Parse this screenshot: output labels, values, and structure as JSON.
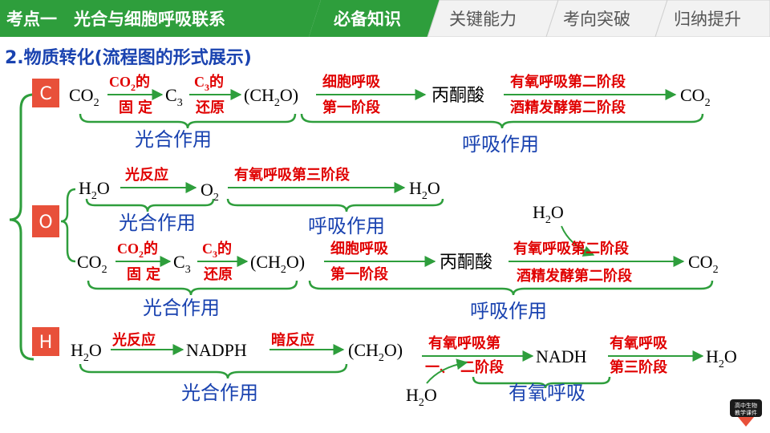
{
  "header": {
    "title": "考点一　光合与细胞呼吸联系",
    "tabs": [
      {
        "label": "必备知识",
        "active": true
      },
      {
        "label": "关键能力",
        "active": false
      },
      {
        "label": "考向突破",
        "active": false
      },
      {
        "label": "归纳提升",
        "active": false
      }
    ]
  },
  "subtitle": "2.物质转化(流程图的形式展示)",
  "colors": {
    "green": "#2e9e3c",
    "red": "#e8432f",
    "blue": "#1a43b0",
    "label_red": "#e00000",
    "element_box": "#e8503a"
  },
  "elements": {
    "c": "C",
    "o": "O",
    "h": "H"
  },
  "carbon": {
    "co2_start": "CO",
    "co2_start_sub": "2",
    "fix_top": "CO",
    "fix_top_sub": "2",
    "fix_top_tail": "的",
    "fix_bottom": "固定",
    "c3": "C",
    "c3_sub": "3",
    "red_top": "C",
    "red_top_sub": "3",
    "red_top_tail": "的",
    "red_bottom": "还原",
    "ch2o_a": "(CH",
    "ch2o_sub": "2",
    "ch2o_b": "O)",
    "resp1_top": "细胞呼吸",
    "resp1_bottom": "第一阶段",
    "pyruvate": "丙酮酸",
    "resp2_top": "有氧呼吸第二阶段",
    "resp2_bottom": "酒精发酵第二阶段",
    "co2_end": "CO",
    "co2_end_sub": "2",
    "photo_label": "光合作用",
    "resp_label": "呼吸作用"
  },
  "oxygen": {
    "h2o_a": "H",
    "h2o_sub": "2",
    "h2o_b": "O",
    "light": "光反应",
    "o2": "O",
    "o2_sub": "2",
    "stage3": "有氧呼吸第三阶段",
    "h2o_end_a": "H",
    "h2o_end_sub": "2",
    "h2o_end_b": "O",
    "photo_label": "光合作用",
    "resp_label": "呼吸作用",
    "h2o_in_a": "H",
    "h2o_in_sub": "2",
    "h2o_in_b": "O",
    "co2_start": "CO",
    "co2_start_sub": "2",
    "fix_top": "CO",
    "fix_top_sub": "2",
    "fix_top_tail": "的",
    "fix_bottom": "固定",
    "c3": "C",
    "c3_sub": "3",
    "red_top": "C",
    "red_top_sub": "3",
    "red_top_tail": "的",
    "red_bottom": "还原",
    "ch2o_a": "(CH",
    "ch2o_sub": "2",
    "ch2o_b": "O)",
    "resp1_top": "细胞呼吸",
    "resp1_bottom": "第一阶段",
    "pyruvate": "丙酮酸",
    "resp2_top": "有氧呼吸第二阶段",
    "resp2_bottom": "酒精发酵第二阶段",
    "co2_end": "CO",
    "co2_end_sub": "2",
    "photo_label2": "光合作用",
    "resp_label2": "呼吸作用"
  },
  "hydrogen": {
    "h2o_a": "H",
    "h2o_sub": "2",
    "h2o_b": "O",
    "light": "光反应",
    "nadph": "NADPH",
    "dark": "暗反应",
    "ch2o_a": "(CH",
    "ch2o_sub": "2",
    "ch2o_b": "O)",
    "aer_top": "有氧呼吸第",
    "aer_bottom_a": "一、",
    "aer_bottom_b": "二阶段",
    "nadh": "NADH",
    "stage3_top": "有氧呼吸",
    "stage3_bottom": "第三阶段",
    "h2o_end_a": "H",
    "h2o_end_sub": "2",
    "h2o_end_b": "O",
    "h2o_in_a": "H",
    "h2o_in_sub": "2",
    "h2o_in_b": "O",
    "photo_label": "光合作用",
    "aer_label": "有氧呼吸"
  },
  "logo": {
    "line1": "高中生物",
    "line2": "教学课件"
  }
}
